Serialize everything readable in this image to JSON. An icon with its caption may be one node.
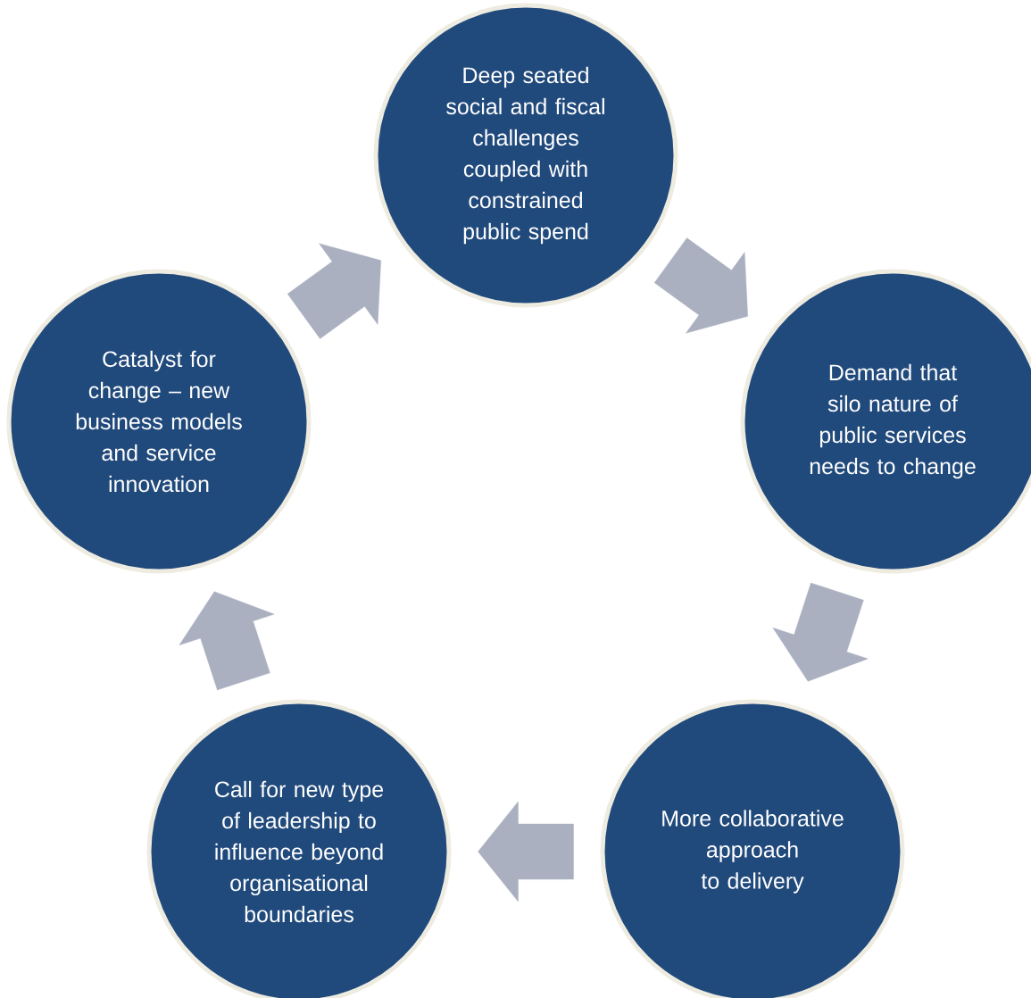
{
  "diagram": {
    "nodes": [
      {
        "text": [
          "Deep seated social and fiscal challenges coupled with constrained public spend"
        ]
      },
      {
        "text": [
          "Demand that silo nature of public services needs to change"
        ]
      },
      {
        "text": [
          "More collaborative approach to delivery"
        ]
      },
      {
        "text": [
          "Call for new type of leadership to influence beyond organisational boundaries"
        ]
      },
      {
        "text": [
          "Catalyst for change – new business models and service innovation"
        ]
      }
    ],
    "edges": [
      {
        "from": 0,
        "to": 1,
        "arrow": "to"
      },
      {
        "from": 1,
        "to": 2,
        "arrow": "to"
      },
      {
        "from": 2,
        "to": 3,
        "arrow": "to"
      },
      {
        "from": 3,
        "to": 4,
        "arrow": "to"
      },
      {
        "from": 4,
        "to": 0,
        "arrow": "to"
      }
    ]
  }
}
